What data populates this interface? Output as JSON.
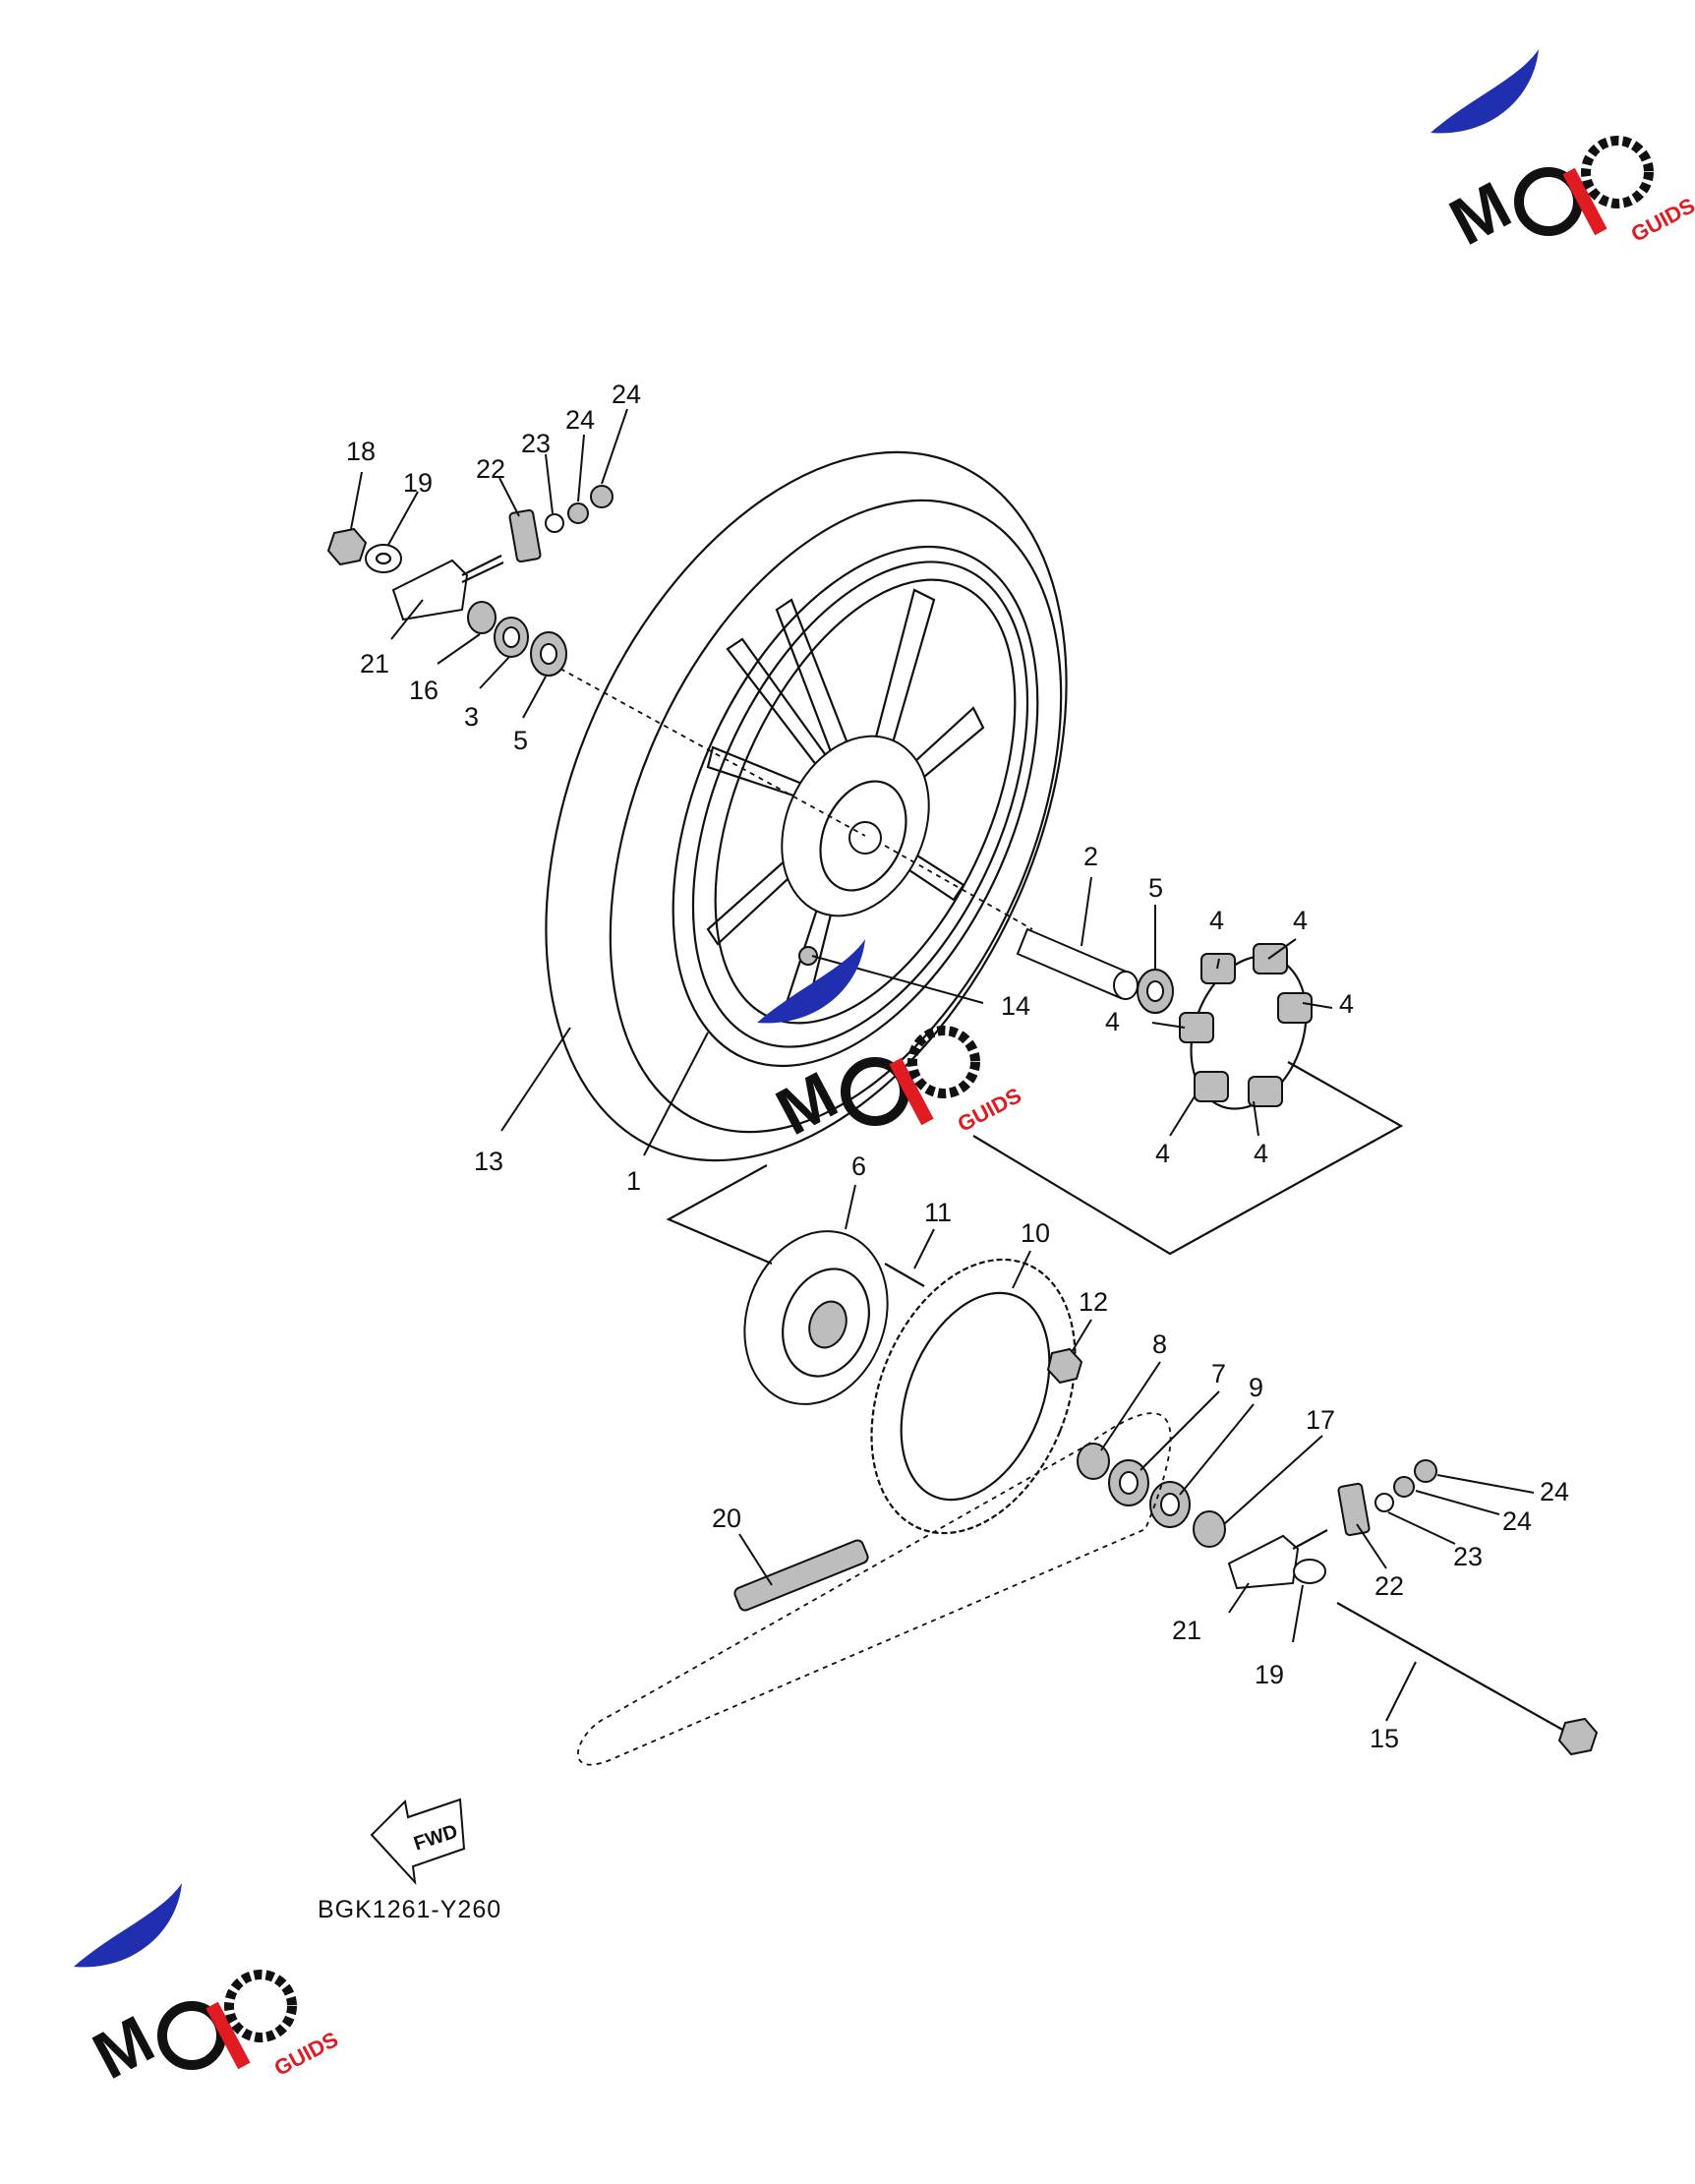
{
  "diagram": {
    "code": "BGK1261-Y260",
    "fwd_label": "FWD",
    "callouts": [
      {
        "id": "c18",
        "label": "18"
      },
      {
        "id": "c19a",
        "label": "19"
      },
      {
        "id": "c22a",
        "label": "22"
      },
      {
        "id": "c23a",
        "label": "23"
      },
      {
        "id": "c24a",
        "label": "24"
      },
      {
        "id": "c24b",
        "label": "24"
      },
      {
        "id": "c21a",
        "label": "21"
      },
      {
        "id": "c16",
        "label": "16"
      },
      {
        "id": "c3",
        "label": "3"
      },
      {
        "id": "c5a",
        "label": "5"
      },
      {
        "id": "c2",
        "label": "2"
      },
      {
        "id": "c5b",
        "label": "5"
      },
      {
        "id": "c4a",
        "label": "4"
      },
      {
        "id": "c4b",
        "label": "4"
      },
      {
        "id": "c4c",
        "label": "4"
      },
      {
        "id": "c4d",
        "label": "4"
      },
      {
        "id": "c4e",
        "label": "4"
      },
      {
        "id": "c4f",
        "label": "4"
      },
      {
        "id": "c14",
        "label": "14"
      },
      {
        "id": "c13",
        "label": "13"
      },
      {
        "id": "c1",
        "label": "1"
      },
      {
        "id": "c6",
        "label": "6"
      },
      {
        "id": "c11",
        "label": "11"
      },
      {
        "id": "c10",
        "label": "10"
      },
      {
        "id": "c12",
        "label": "12"
      },
      {
        "id": "c8",
        "label": "8"
      },
      {
        "id": "c7",
        "label": "7"
      },
      {
        "id": "c9",
        "label": "9"
      },
      {
        "id": "c17",
        "label": "17"
      },
      {
        "id": "c24c",
        "label": "24"
      },
      {
        "id": "c24d",
        "label": "24"
      },
      {
        "id": "c23b",
        "label": "23"
      },
      {
        "id": "c22b",
        "label": "22"
      },
      {
        "id": "c20",
        "label": "20"
      },
      {
        "id": "c21b",
        "label": "21"
      },
      {
        "id": "c19b",
        "label": "19"
      },
      {
        "id": "c15",
        "label": "15"
      }
    ]
  },
  "watermark": {
    "text_main": "MOTO",
    "text_sub": "GUIDS",
    "colors": {
      "blue": "#1f2fb0",
      "red": "#e01b22",
      "black": "#111111"
    }
  }
}
